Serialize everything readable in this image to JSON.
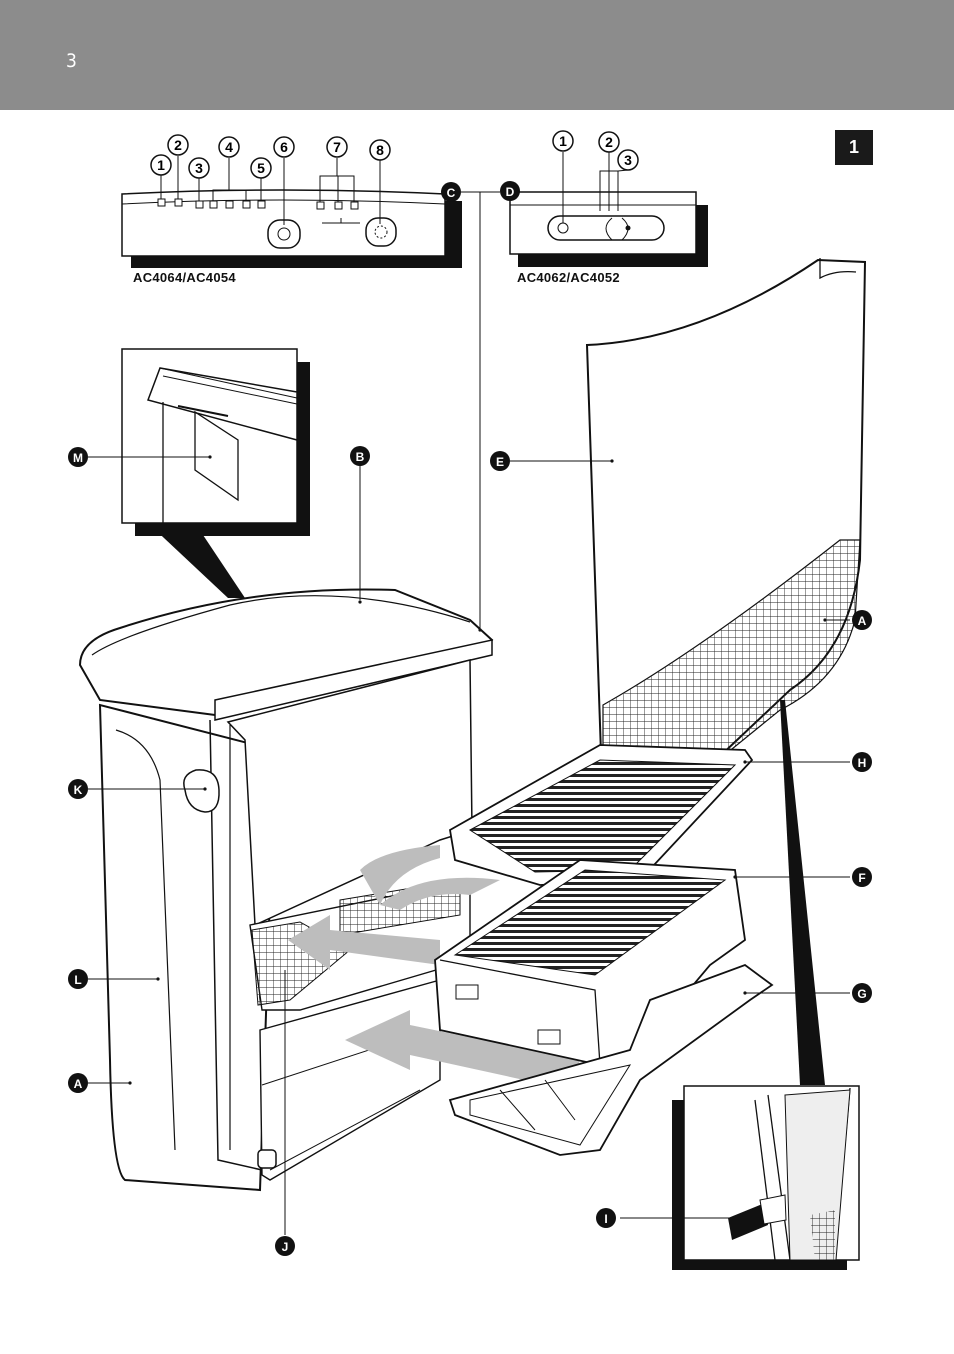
{
  "page_number": "3",
  "figure_number": "1",
  "models": {
    "left_panel": "AC4064/AC4054",
    "right_panel": "AC4062/AC4052"
  },
  "panel_left_callouts": [
    "1",
    "2",
    "3",
    "4",
    "5",
    "6",
    "7",
    "8"
  ],
  "panel_right_callouts": [
    "1",
    "2",
    "3"
  ],
  "part_labels": {
    "A1": "A",
    "A2": "A",
    "B": "B",
    "C": "C",
    "D": "D",
    "E": "E",
    "F": "F",
    "G": "G",
    "H": "H",
    "I": "I",
    "J": "J",
    "K": "K",
    "L": "L",
    "M": "M"
  },
  "colors": {
    "header": "#8c8c8c",
    "ink": "#1a1a1a",
    "paper": "#ffffff"
  }
}
